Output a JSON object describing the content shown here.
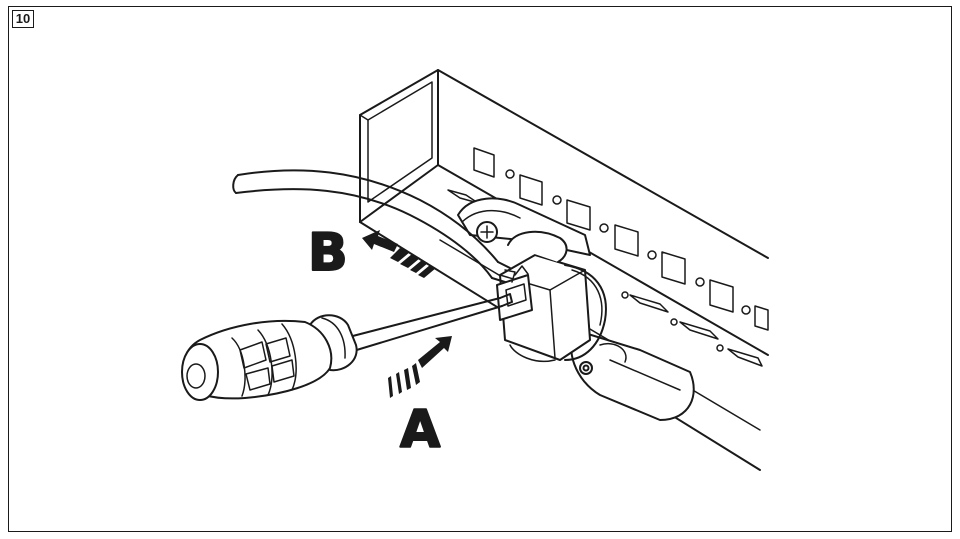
{
  "figure": {
    "step_number": "10",
    "callout_a": "A",
    "callout_b": "B"
  },
  "icons": [
    "screwdriver-icon",
    "push-arrow-icon",
    "pull-arrow-icon",
    "cable-icon",
    "terminal-connector-icon",
    "mounting-rail-icon",
    "screw-icon"
  ]
}
